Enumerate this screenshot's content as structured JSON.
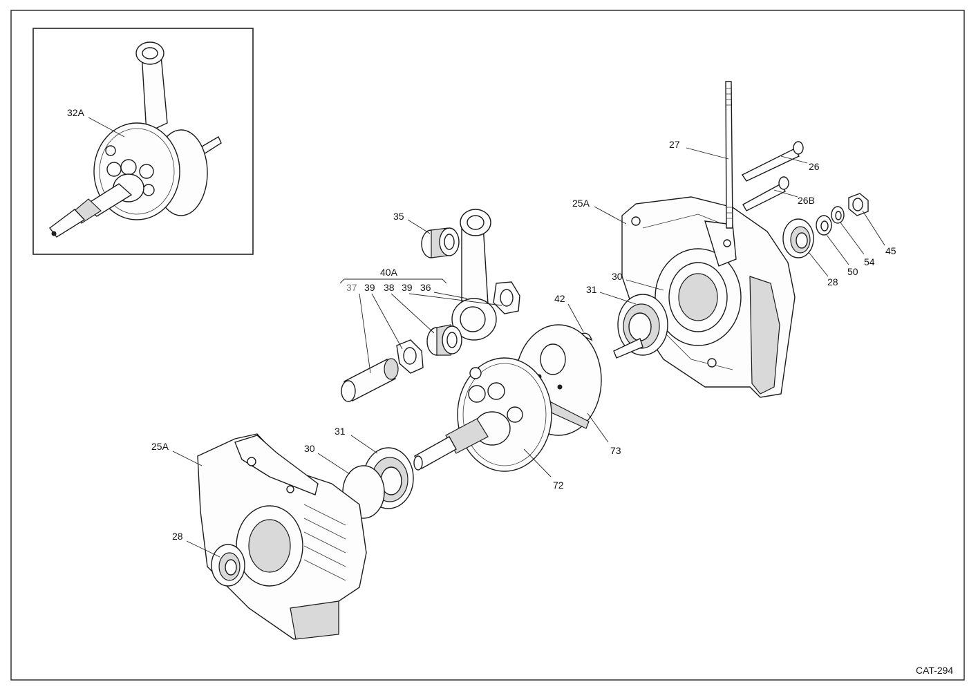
{
  "catalog_code": "CAT-294",
  "callouts": {
    "c32A": "32A",
    "c27": "27",
    "c26": "26",
    "c26B": "26B",
    "c25A_top": "25A",
    "c45": "45",
    "c54": "54",
    "c50": "50",
    "c28_top": "28",
    "c35": "35",
    "c40A": "40A",
    "c37": "37",
    "c39a": "39",
    "c38": "38",
    "c39b": "39",
    "c36": "36",
    "c30_top": "30",
    "c31_top": "31",
    "c42": "42",
    "c73": "73",
    "c72": "72",
    "c31_bot": "31",
    "c30_bot": "30",
    "c25A_bot": "25A",
    "c28_bot": "28"
  }
}
